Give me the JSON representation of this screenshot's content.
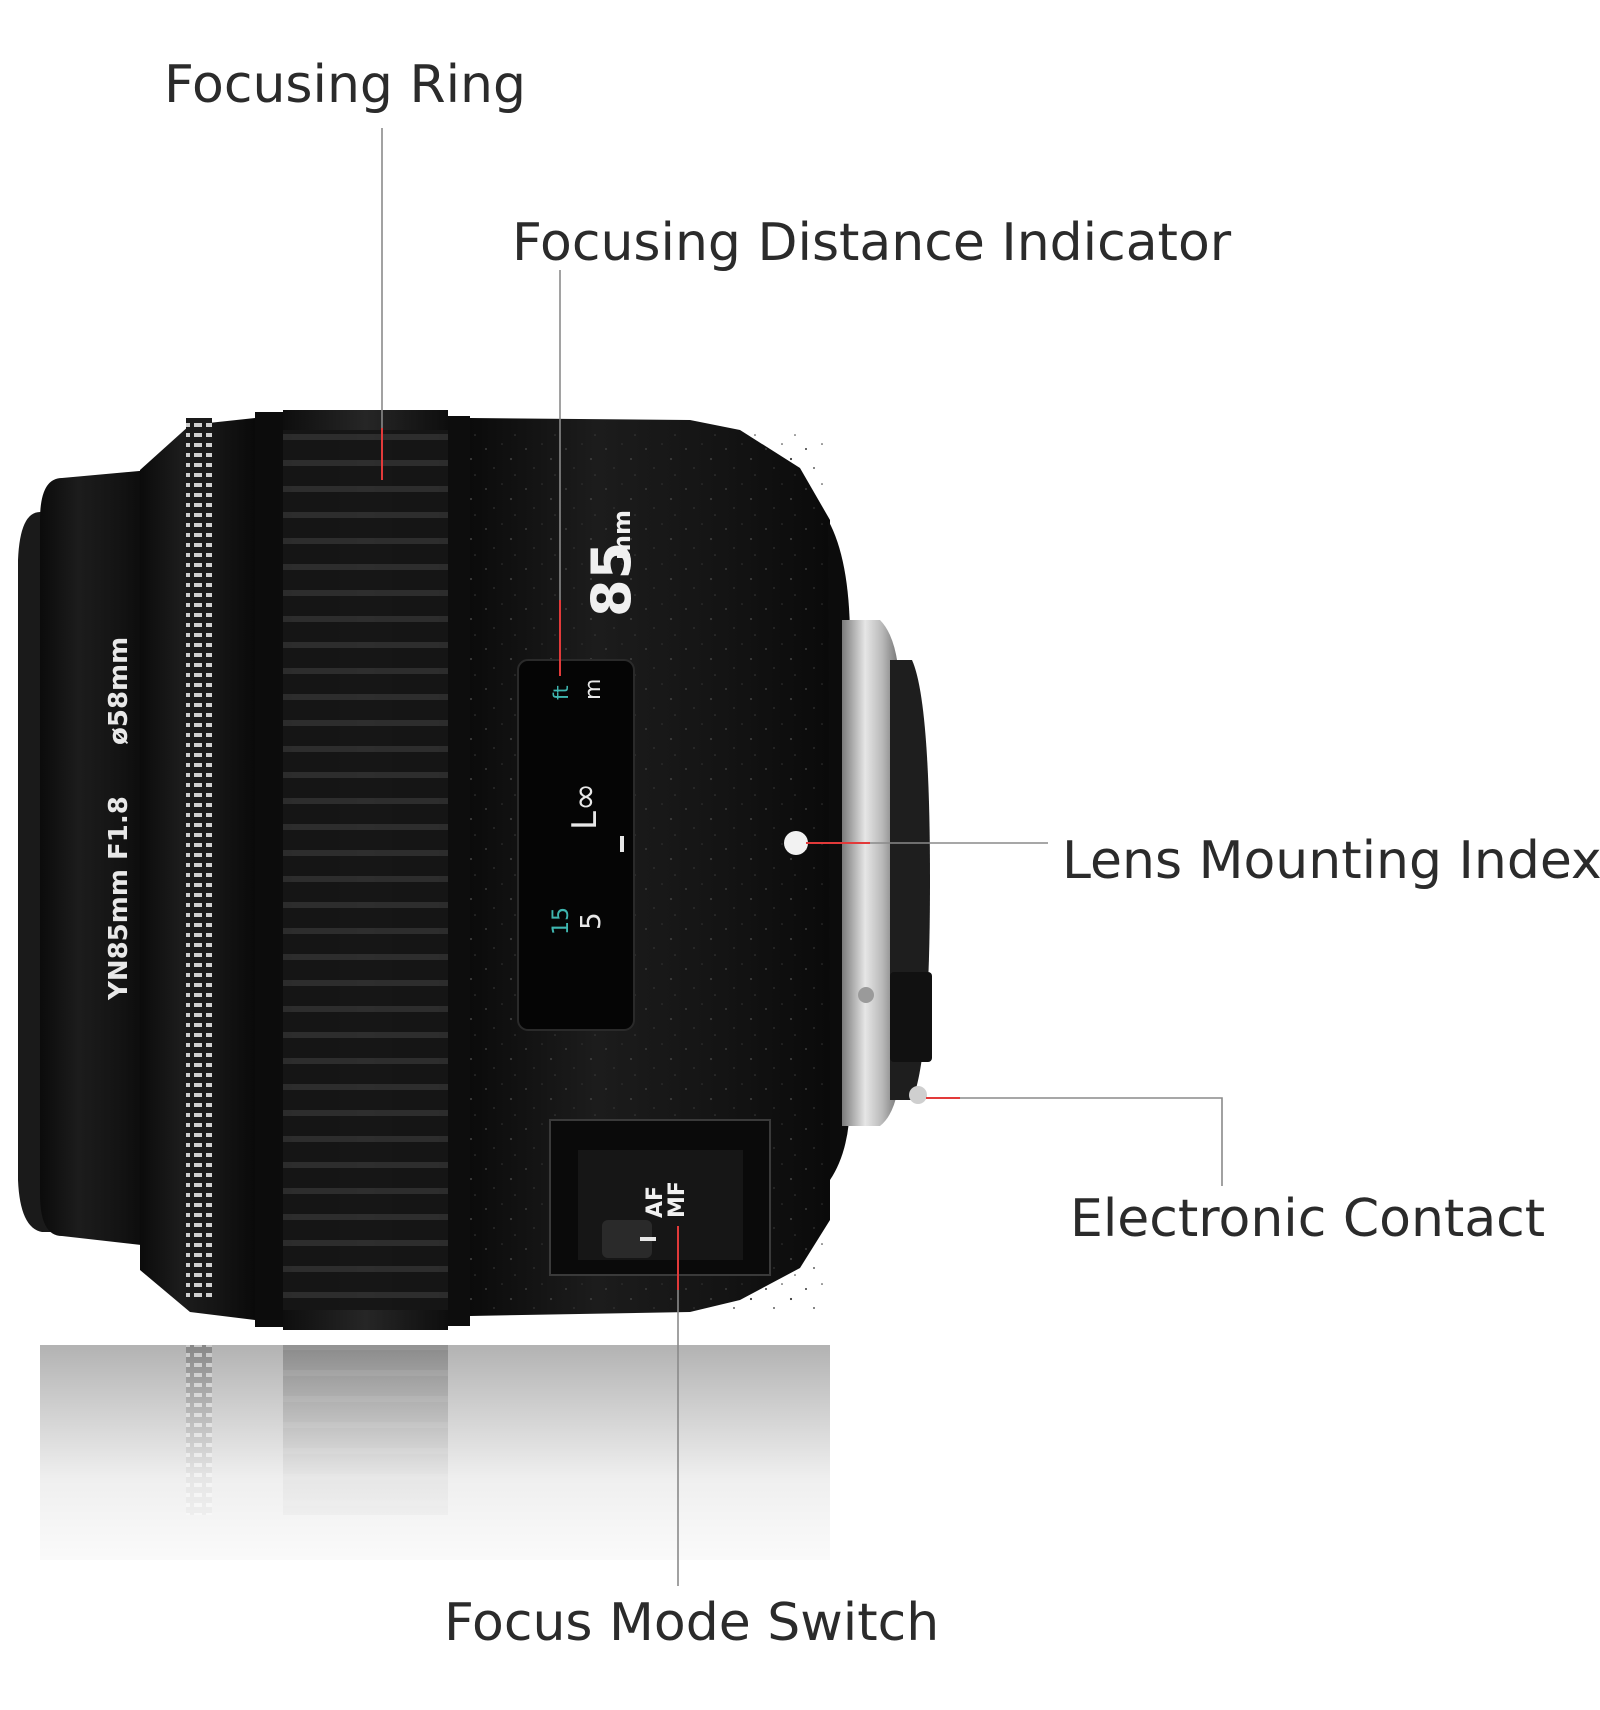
{
  "callouts": {
    "focusing_ring": "Focusing Ring",
    "focusing_distance_indicator": "Focusing Distance Indicator",
    "lens_mounting_index": "Lens Mounting Index",
    "electronic_contact": "Electronic Contact",
    "focus_mode_switch": "Focus Mode Switch"
  },
  "lens_markings": {
    "model": "YN85mm F1.8",
    "filter": "ø58mm",
    "focal_length": "85",
    "focal_unit": "mm",
    "scale_ft": "ft",
    "scale_m": "m",
    "scale_inf": "L∞",
    "scale_15": "15",
    "scale_5": "5",
    "switch_af": "AF",
    "switch_mf": "MF"
  },
  "colors": {
    "leader_line": "#8a8a8a",
    "leader_accent": "#e23a3a",
    "lens_body": "#141414",
    "scale_accent": "#3fb6b0"
  }
}
